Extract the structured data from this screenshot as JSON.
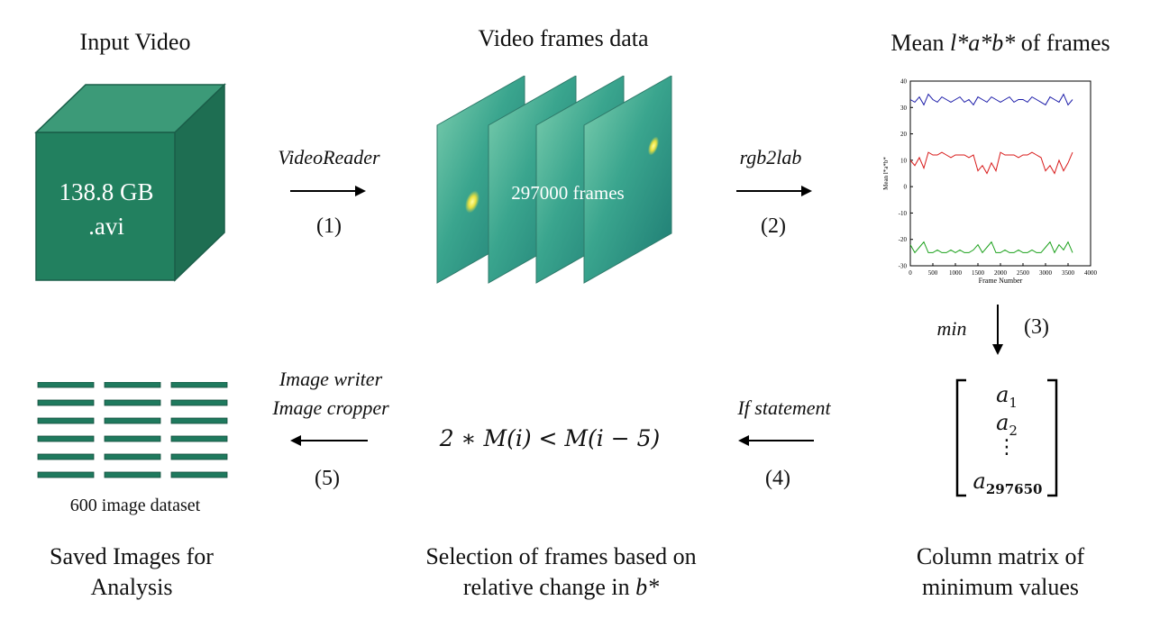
{
  "titles": {
    "input_video": "Input Video",
    "frames_data": "Video frames data",
    "mean_lab_pre": "Mean ",
    "mean_lab_var": "l*a*b*",
    "mean_lab_post": " of frames"
  },
  "cube": {
    "size": "138.8 GB",
    "ext": ".avi"
  },
  "frames": {
    "count_label": "297000 frames"
  },
  "arrows": {
    "a1": {
      "label": "VideoReader",
      "step": "(1)"
    },
    "a2": {
      "label": "rgb2lab",
      "step": "(2)"
    },
    "a3": {
      "label": "min",
      "step": "(3)"
    },
    "a4": {
      "label": "If statement",
      "step": "(4)"
    },
    "a5": {
      "label1": "Image writer",
      "label2": "Image cropper",
      "step": "(5)"
    }
  },
  "matrix": {
    "r1": "a",
    "r1sub": "1",
    "r2": "a",
    "r2sub": "2",
    "dots": "⋮",
    "r4": "a",
    "r4sub": "297650"
  },
  "condition": "2 ∗ M(i) < M(i − 5)",
  "dataset": {
    "label": "600 image dataset"
  },
  "captions": {
    "saved_line1": "Saved Images for",
    "saved_line2": "Analysis",
    "selection_line1": "Selection of frames based on",
    "selection_line2_pre": "relative change in ",
    "selection_line2_var": "b*",
    "column_line1": "Column matrix of",
    "column_line2": "minimum values"
  },
  "chart_data": {
    "type": "line",
    "title": "",
    "xlabel": "Frame Number",
    "ylabel": "Mean l*a*b*",
    "xlim": [
      0,
      4000
    ],
    "ylim": [
      -30,
      40
    ],
    "xticks": [
      0,
      500,
      1000,
      1500,
      2000,
      2500,
      3000,
      3500,
      4000
    ],
    "yticks": [
      -30,
      -20,
      -10,
      0,
      10,
      20,
      30,
      40
    ],
    "grid": false,
    "series": [
      {
        "color": "#1a1aa8",
        "x": [
          0,
          100,
          200,
          300,
          400,
          500,
          600,
          700,
          800,
          900,
          1000,
          1100,
          1200,
          1300,
          1400,
          1500,
          1600,
          1700,
          1800,
          1900,
          2000,
          2100,
          2200,
          2300,
          2400,
          2500,
          2600,
          2700,
          2800,
          2900,
          3000,
          3100,
          3200,
          3300,
          3400,
          3500,
          3600
        ],
        "values": [
          33,
          32,
          34,
          31,
          35,
          33,
          32,
          34,
          33,
          32,
          33,
          34,
          32,
          33,
          31,
          34,
          33,
          32,
          34,
          33,
          32,
          33,
          34,
          32,
          33,
          33,
          32,
          34,
          33,
          32,
          31,
          34,
          33,
          32,
          35,
          31,
          33
        ]
      },
      {
        "color": "#d81a1a",
        "x": [
          0,
          100,
          200,
          300,
          400,
          500,
          600,
          700,
          800,
          900,
          1000,
          1100,
          1200,
          1300,
          1400,
          1500,
          1600,
          1700,
          1800,
          1900,
          2000,
          2100,
          2200,
          2300,
          2400,
          2500,
          2600,
          2700,
          2800,
          2900,
          3000,
          3100,
          3200,
          3300,
          3400,
          3500,
          3600
        ],
        "values": [
          10,
          8,
          11,
          7,
          13,
          12,
          12,
          13,
          12,
          11,
          12,
          12,
          12,
          11,
          12,
          6,
          8,
          5,
          9,
          6,
          13,
          12,
          12,
          12,
          11,
          12,
          12,
          13,
          12,
          11,
          6,
          8,
          5,
          10,
          6,
          9,
          13
        ]
      },
      {
        "color": "#1aa01a",
        "x": [
          0,
          100,
          200,
          300,
          400,
          500,
          600,
          700,
          800,
          900,
          1000,
          1100,
          1200,
          1300,
          1400,
          1500,
          1600,
          1700,
          1800,
          1900,
          2000,
          2100,
          2200,
          2300,
          2400,
          2500,
          2600,
          2700,
          2800,
          2900,
          3000,
          3100,
          3200,
          3300,
          3400,
          3500,
          3600
        ],
        "values": [
          -22,
          -25,
          -23,
          -21,
          -25,
          -25,
          -24,
          -25,
          -25,
          -24,
          -25,
          -24,
          -25,
          -25,
          -24,
          -22,
          -25,
          -23,
          -21,
          -25,
          -25,
          -24,
          -25,
          -25,
          -24,
          -25,
          -25,
          -24,
          -25,
          -25,
          -23,
          -21,
          -25,
          -22,
          -24,
          -21,
          -25
        ]
      }
    ]
  }
}
